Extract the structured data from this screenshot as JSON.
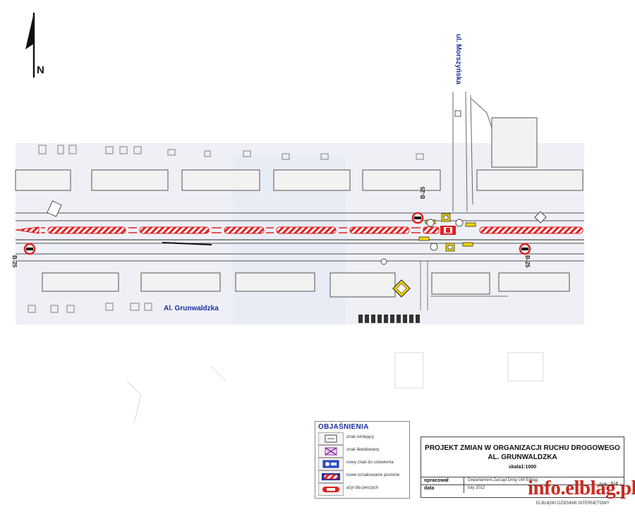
{
  "north": {
    "label": "N"
  },
  "streets": {
    "main": "Al. Grunwaldzka",
    "side": "ul. Morszyńska"
  },
  "sign_labels": {
    "left": "B-25",
    "center": "B-25",
    "right": "B-25"
  },
  "legend": {
    "title": "OBJAŚNIENIA",
    "items": [
      {
        "label": "znak istniejący",
        "icon": "existing-sign-icon"
      },
      {
        "label": "znak likwidowany",
        "icon": "removed-sign-icon"
      },
      {
        "label": "nowy znak do ustawienia",
        "icon": "new-sign-icon"
      },
      {
        "label": "nowe oznakowanie poziome",
        "icon": "horizontal-marking-icon"
      },
      {
        "label": "azyl dla pieszych",
        "icon": "pedestrian-refuge-icon"
      }
    ]
  },
  "title_block": {
    "line1": "PROJEKT   ZMIAN W  ORGANIZACJI RUCHU DROGOWEGO",
    "line2": "AL. GRUNWALDZKA",
    "scale": "skala1:1000",
    "prepared_key": "opracował",
    "prepared_value": "Departament Zarząd Dróg  UM Elbląg",
    "date_key": "data",
    "date_value": "luty 2012",
    "sheet": "rys. 4/4"
  },
  "watermark": {
    "main": "info.elblag.pl",
    "sub": "ELBLĄSKI DZIENNIK INTERNETOWY"
  },
  "colors": {
    "marking": "#e02020",
    "street_label": "#1a2fa0",
    "building_fill": "#f2f2f2",
    "line": "#555555",
    "sign_yellow": "#f5d400",
    "watermark": "#c82a1f"
  }
}
